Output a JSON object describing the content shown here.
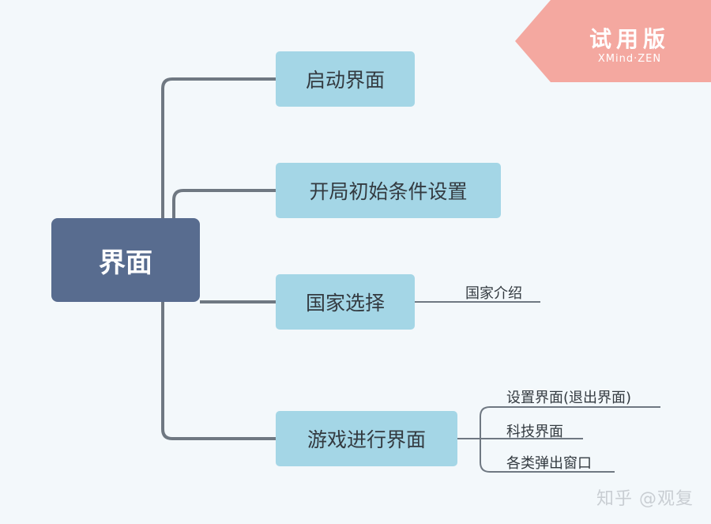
{
  "colors": {
    "background": "#f3f8fb",
    "root_fill": "#586c8f",
    "topic_fill": "#a4d6e6",
    "connector": "#6f7882",
    "badge_fill": "#f4a8a0"
  },
  "root": {
    "label": "界面"
  },
  "topics": [
    {
      "label": "启动界面"
    },
    {
      "label": "开局初始条件设置"
    },
    {
      "label": "国家选择",
      "children": [
        {
          "label": "国家介绍"
        }
      ]
    },
    {
      "label": "游戏进行界面",
      "children": [
        {
          "label": "设置界面(退出界面)"
        },
        {
          "label": "科技界面"
        },
        {
          "label": "各类弹出窗口"
        }
      ]
    }
  ],
  "badge": {
    "title": "试用版",
    "subtitle": "XMind·ZEN"
  },
  "watermark": {
    "text": "知乎 @观复"
  }
}
